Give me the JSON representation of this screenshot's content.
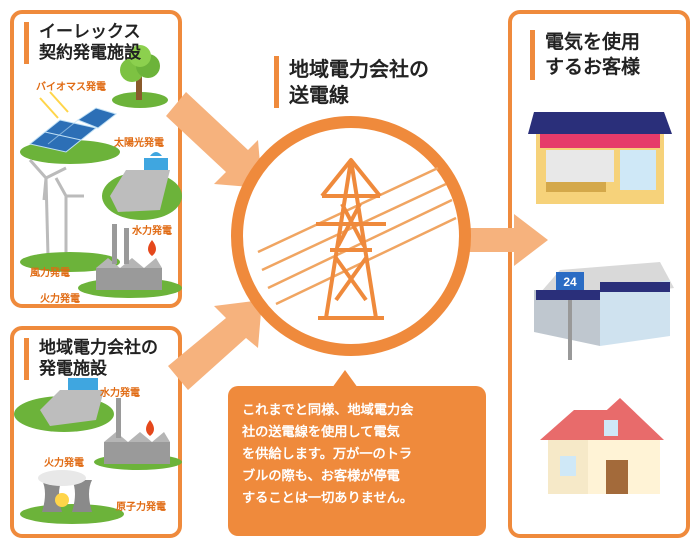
{
  "panels": {
    "erex": {
      "title_lines": [
        "イーレックス",
        "契約発電施設"
      ]
    },
    "regional": {
      "title_lines": [
        "地域電力会社の",
        "発電施設"
      ]
    },
    "center": {
      "title_lines": [
        "地域電力会社の",
        "送電線"
      ]
    },
    "customers": {
      "title_lines": [
        "電気を使用",
        "するお客様"
      ]
    }
  },
  "erex_labels": [
    "バイオマス発電",
    "太陽光発電",
    "水力発電",
    "風力発電",
    "火力発電"
  ],
  "regional_labels": [
    "水力発電",
    "火力発電",
    "原子力発電"
  ],
  "message_lines": [
    "これまでと同様、地域電力会",
    "社の送電線を使用して電気",
    "を供給します。万が一のトラ",
    "ブルの際も、お客様が停電",
    "することは一切ありません。"
  ],
  "store_sign": "24",
  "colors": {
    "accent": "#ef8a3c",
    "grass": "#6cb33a",
    "water": "#3fa6e0"
  }
}
